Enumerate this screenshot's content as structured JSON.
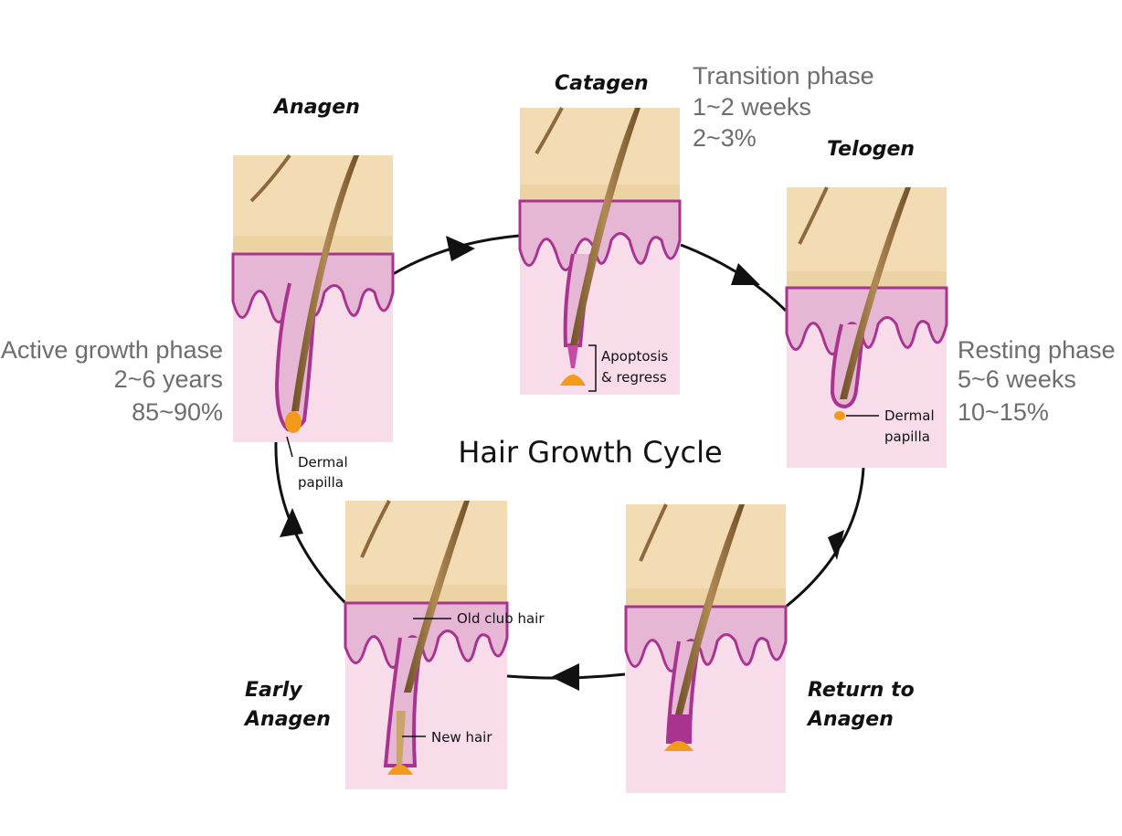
{
  "center_title": "Hair Growth Cycle",
  "phases": {
    "anagen": {
      "title": "Anagen",
      "info": [
        "Active growth phase",
        "2~6 years",
        "85~90%"
      ],
      "callout": [
        "Dermal",
        "papilla"
      ]
    },
    "catagen": {
      "title": "Catagen",
      "info": [
        "Transition phase",
        "1~2 weeks",
        "2~3%"
      ],
      "callout": [
        "Apoptosis",
        "& regress"
      ]
    },
    "telogen": {
      "title": "Telogen",
      "info": [
        "Resting phase",
        "5~6 weeks",
        "10~15%"
      ],
      "callout": [
        "Dermal",
        "papilla"
      ]
    },
    "return_anagen": {
      "title": [
        "Return to",
        "Anagen"
      ]
    },
    "early_anagen": {
      "title": [
        "Early",
        "Anagen"
      ],
      "callout_old": "Old club hair",
      "callout_new": "New hair"
    }
  },
  "colors": {
    "epidermis": "#f3dcb3",
    "epidermis_band": "#ecd3a4",
    "dermis_top": "#e6b7d5",
    "dermis": "#f8dcea",
    "follicle": "#a8348f",
    "hair": "#8d6a3e",
    "papilla": "#f39a1d",
    "cycle_line": "#111111"
  }
}
